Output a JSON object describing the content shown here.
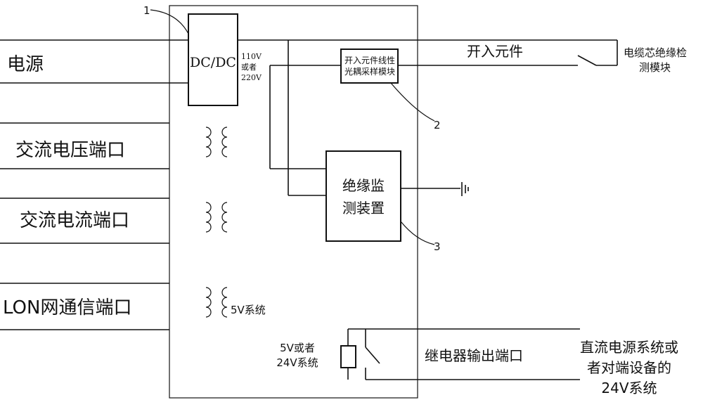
{
  "left_labels": {
    "power": "电源",
    "ac_voltage_port": "交流电压端口",
    "ac_current_port": "交流电流端口",
    "lon_port": "LON网通信端口"
  },
  "dcdc": {
    "label": "DC/DC",
    "voltage_line1": "110V",
    "voltage_line2": "或者",
    "voltage_line3": "220V",
    "callout": "1"
  },
  "sampling_module": {
    "line1": "开入元件线性",
    "line2": "光耦采样模块",
    "callout": "2"
  },
  "insulation_device": {
    "line1": "绝缘监",
    "line2": "测装置",
    "callout": "3"
  },
  "binary_input": {
    "label": "开入元件"
  },
  "cable_module": {
    "line1": "电缆芯绝缘检",
    "line2": "测模块"
  },
  "system_5v": "5V系统",
  "relay_supply": {
    "line1": "5V或者",
    "line2": "24V系统"
  },
  "relay_output_port": "继电器输出端口",
  "dc_system": {
    "line1": "直流电源系统或",
    "line2": "者对端设备的",
    "line3": "24V系统"
  }
}
